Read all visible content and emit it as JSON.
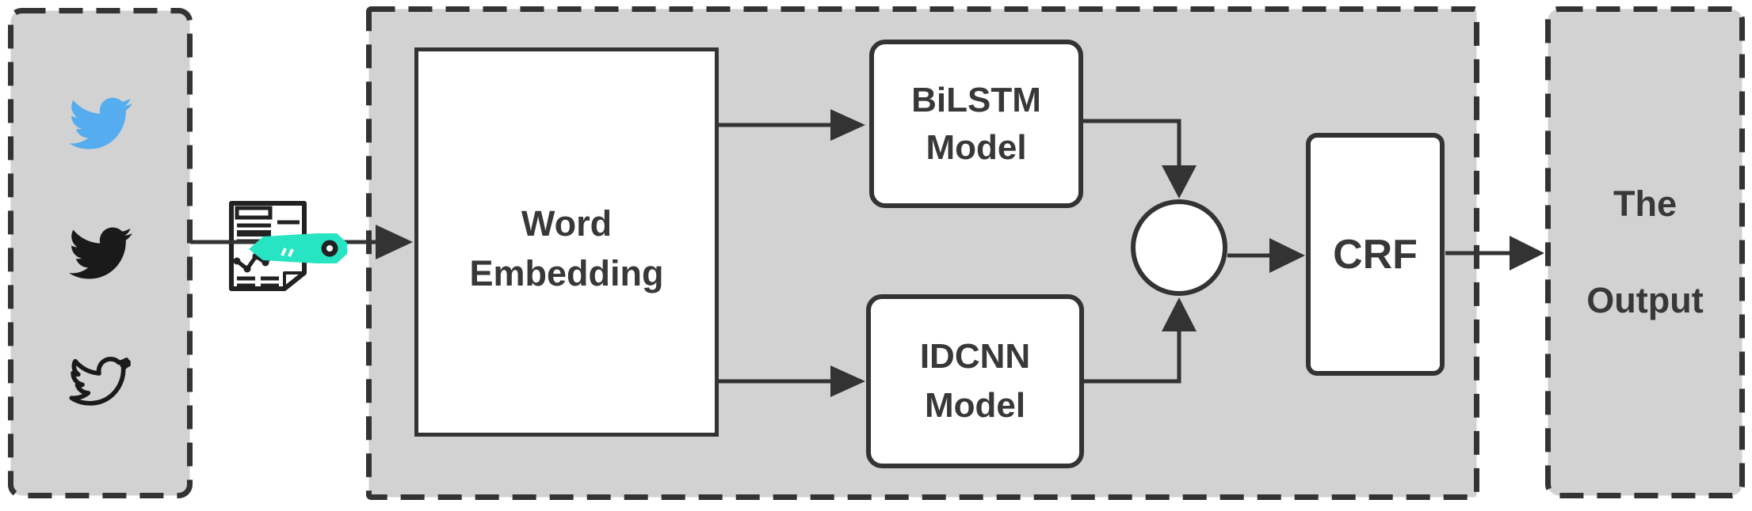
{
  "colors": {
    "background": "#ffffff",
    "panel_fill": "#d2d2d2",
    "line_ink": "#333333",
    "node_fill": "#ffffff",
    "text": "#383838",
    "twitter_blue": "#55acee",
    "twitter_black": "#1a1a1a",
    "highlighter_teal": "#27e4c2",
    "document_ink": "#222222"
  },
  "input_panel": {
    "icons": [
      {
        "name": "twitter-bird-blue-icon",
        "style": "filled-blue"
      },
      {
        "name": "twitter-bird-black-icon",
        "style": "filled-black"
      },
      {
        "name": "twitter-bird-outline-icon",
        "style": "outline-black"
      }
    ]
  },
  "preprocess": {
    "document_icon": "document-with-text-and-line-chart",
    "highlighter_icon": "teal-highlighter-marker"
  },
  "pipeline": {
    "word_embedding": {
      "label": "Word Embedding",
      "lines": [
        "Word",
        "Embedding"
      ]
    },
    "bilstm": {
      "label": "BiLSTM Model",
      "lines": [
        "BiLSTM",
        "Model"
      ]
    },
    "idcnn": {
      "label": "IDCNN Model",
      "lines": [
        "IDCNN",
        "Model"
      ]
    },
    "merge_node": {
      "label": ""
    },
    "crf": {
      "label": "CRF"
    }
  },
  "output_panel": {
    "label": "The Output",
    "lines": [
      "The",
      "Output"
    ]
  }
}
